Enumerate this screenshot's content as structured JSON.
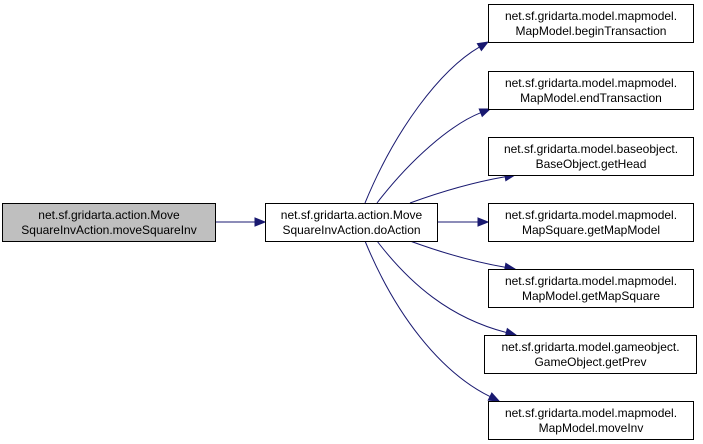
{
  "diagram": {
    "nodes": [
      {
        "id": "move_square_inv",
        "line1": "net.sf.gridarta.action.Move",
        "line2": "SquareInvAction.moveSquareInv",
        "highlighted": true
      },
      {
        "id": "do_action",
        "line1": "net.sf.gridarta.action.Move",
        "line2": "SquareInvAction.doAction",
        "highlighted": false
      },
      {
        "id": "begin_transaction",
        "line1": "net.sf.gridarta.model.mapmodel.",
        "line2": "MapModel.beginTransaction",
        "highlighted": false
      },
      {
        "id": "end_transaction",
        "line1": "net.sf.gridarta.model.mapmodel.",
        "line2": "MapModel.endTransaction",
        "highlighted": false
      },
      {
        "id": "get_head",
        "line1": "net.sf.gridarta.model.baseobject.",
        "line2": "BaseObject.getHead",
        "highlighted": false
      },
      {
        "id": "get_map_model",
        "line1": "net.sf.gridarta.model.mapmodel.",
        "line2": "MapSquare.getMapModel",
        "highlighted": false
      },
      {
        "id": "get_map_square",
        "line1": "net.sf.gridarta.model.mapmodel.",
        "line2": "MapModel.getMapSquare",
        "highlighted": false
      },
      {
        "id": "get_prev",
        "line1": "net.sf.gridarta.model.gameobject.",
        "line2": "GameObject.getPrev",
        "highlighted": false
      },
      {
        "id": "move_inv",
        "line1": "net.sf.gridarta.model.mapmodel.",
        "line2": "MapModel.moveInv",
        "highlighted": false
      }
    ],
    "edges": [
      {
        "from": "move_square_inv",
        "to": "do_action"
      },
      {
        "from": "do_action",
        "to": "begin_transaction"
      },
      {
        "from": "do_action",
        "to": "end_transaction"
      },
      {
        "from": "do_action",
        "to": "get_head"
      },
      {
        "from": "do_action",
        "to": "get_map_model"
      },
      {
        "from": "do_action",
        "to": "get_map_square"
      },
      {
        "from": "do_action",
        "to": "get_prev"
      },
      {
        "from": "do_action",
        "to": "move_inv"
      }
    ],
    "colors": {
      "edge": "#191970",
      "highlight_fill": "#bfbfbf",
      "node_fill": "#ffffff",
      "border": "#000000"
    }
  }
}
